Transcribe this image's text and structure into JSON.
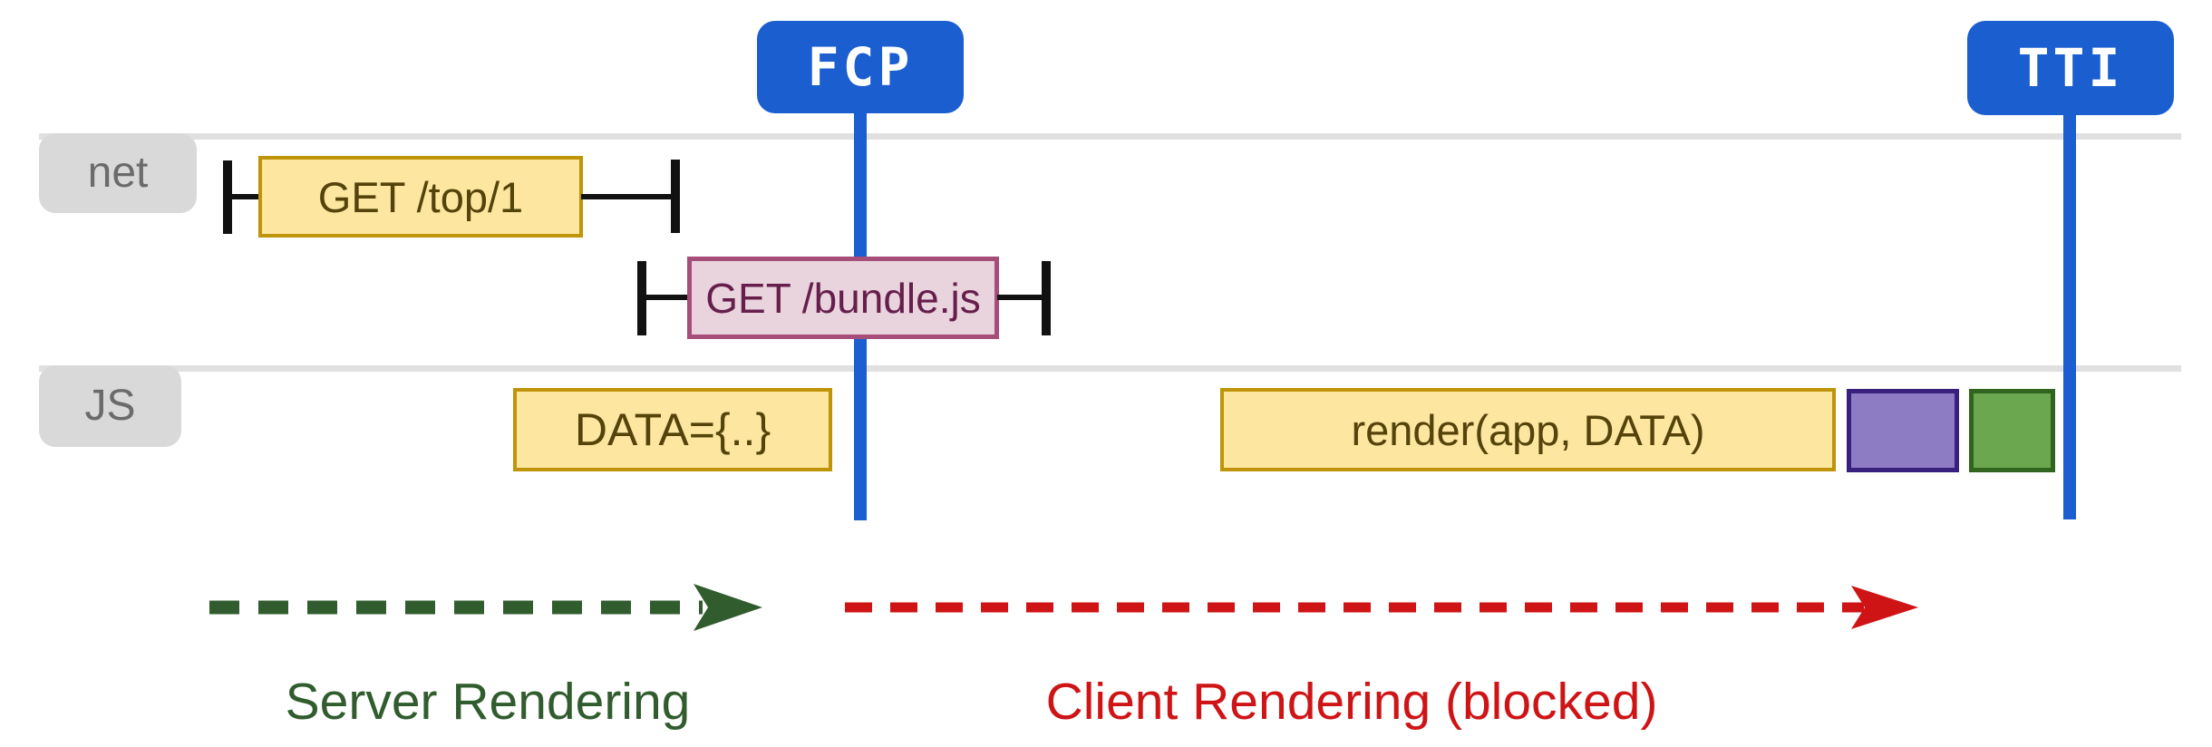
{
  "markers": {
    "fcp": {
      "label": "FCP"
    },
    "tti": {
      "label": "TTI"
    }
  },
  "tracks": {
    "net": {
      "label": "net"
    },
    "js": {
      "label": "JS"
    }
  },
  "network": {
    "top_request": {
      "label": "GET /top/1"
    },
    "bundle_request": {
      "label": "GET /bundle.js"
    }
  },
  "js_tasks": {
    "data": {
      "label": "DATA={..}"
    },
    "render": {
      "label": "render(app, DATA)"
    },
    "purple_block": {
      "label": ""
    },
    "green_block": {
      "label": ""
    }
  },
  "phases": {
    "server": {
      "label": "Server Rendering"
    },
    "client": {
      "label": "Client Rendering (blocked)"
    }
  },
  "colors": {
    "marker_blue": "#1a5ed0",
    "track_gray": "#e0e0e0",
    "label_gray": "#d9d9d9",
    "label_text": "#6b6b6b",
    "yellow_fill": "#fde6a0",
    "yellow_border": "#bf9409",
    "yellow_text": "#54430a",
    "pink_fill": "#e9d3dd",
    "pink_border": "#a64d79",
    "pink_text": "#661f4c",
    "purple_fill": "#8d7bc4",
    "purple_border": "#38217c",
    "green_fill": "#6aa74e",
    "green_border": "#31641f",
    "server_green": "#315c2e",
    "client_red": "#cf1416",
    "whisker_black": "#111111"
  }
}
